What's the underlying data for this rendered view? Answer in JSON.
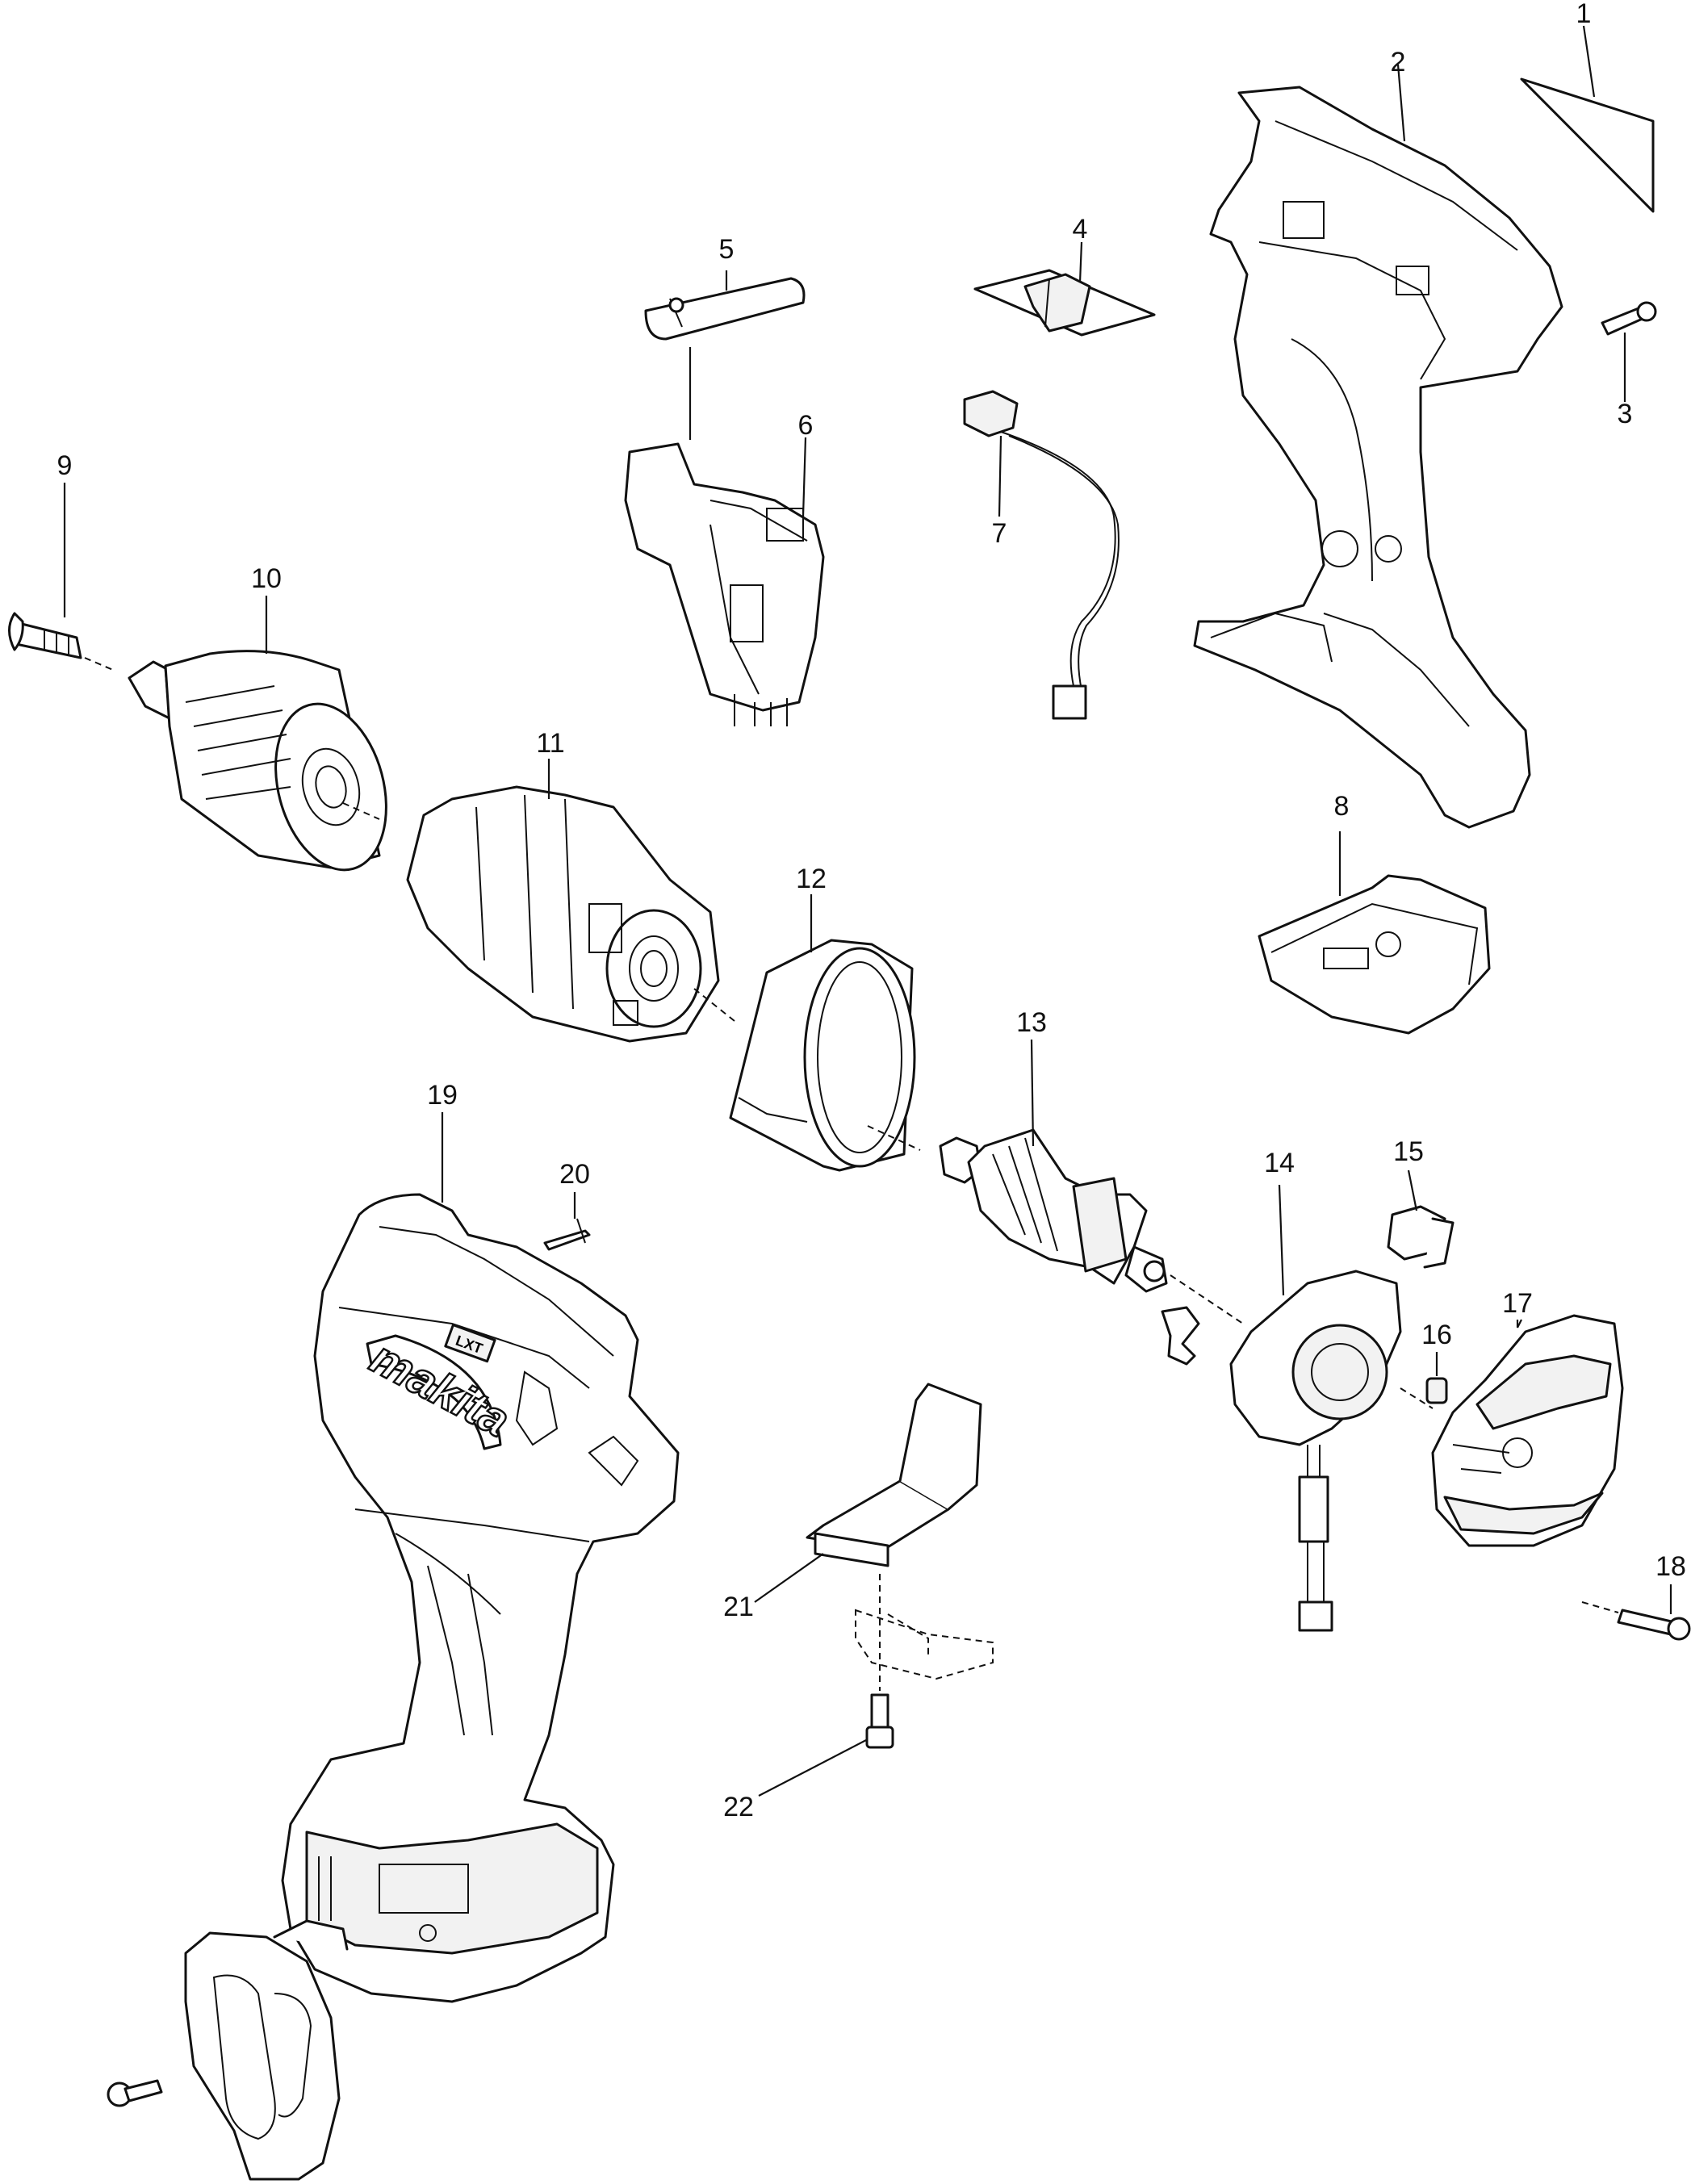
{
  "diagram": {
    "title": "",
    "brand": "makita",
    "badge": "LXT",
    "colors": {
      "line": "#111111",
      "background": "#ffffff"
    },
    "callouts": [
      "1",
      "2",
      "3",
      "4",
      "5",
      "6",
      "7",
      "8",
      "9",
      "10",
      "11",
      "12",
      "13",
      "14",
      "15",
      "16",
      "17",
      "18",
      "19",
      "20",
      "21",
      "22"
    ]
  }
}
